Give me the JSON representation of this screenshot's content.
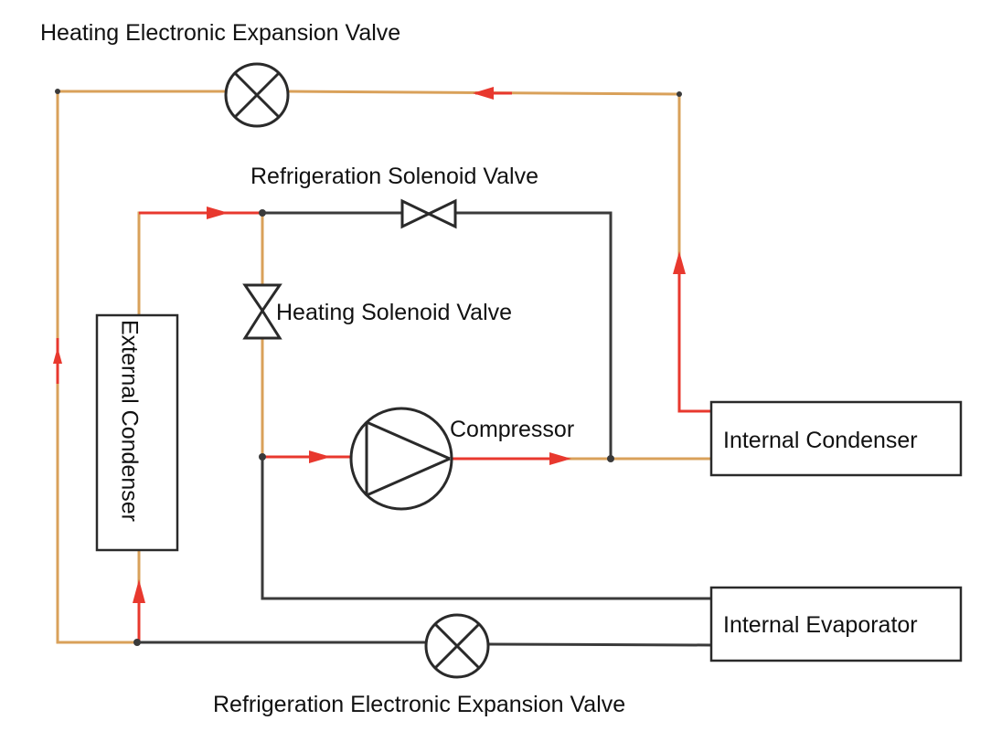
{
  "labels": {
    "heating_expansion_valve": "Heating Electronic Expansion Valve",
    "refrigeration_solenoid_valve": "Refrigeration Solenoid Valve",
    "heating_solenoid_valve": "Heating Solenoid Valve",
    "compressor": "Compressor",
    "external_condenser": "External Condenser",
    "internal_condenser": "Internal Condenser",
    "internal_evaporator": "Internal Evaporator",
    "refrigeration_expansion_valve": "Refrigeration Electronic Expansion Valve"
  },
  "colors": {
    "hot_pipe": "#d9a15a",
    "cold_pipe": "#3a3a3a",
    "flow_arrow": "#e8382e",
    "component_stroke": "#2a2a2a"
  }
}
